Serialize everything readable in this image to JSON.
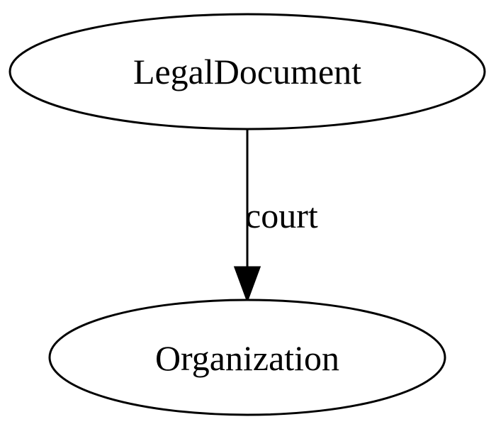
{
  "nodes": {
    "source": {
      "label": "LegalDocument"
    },
    "target": {
      "label": "Organization"
    }
  },
  "edges": [
    {
      "from": "LegalDocument",
      "to": "Organization",
      "label": "court"
    }
  ],
  "colors": {
    "background": "#ffffff",
    "stroke": "#000000",
    "text": "#000000"
  }
}
